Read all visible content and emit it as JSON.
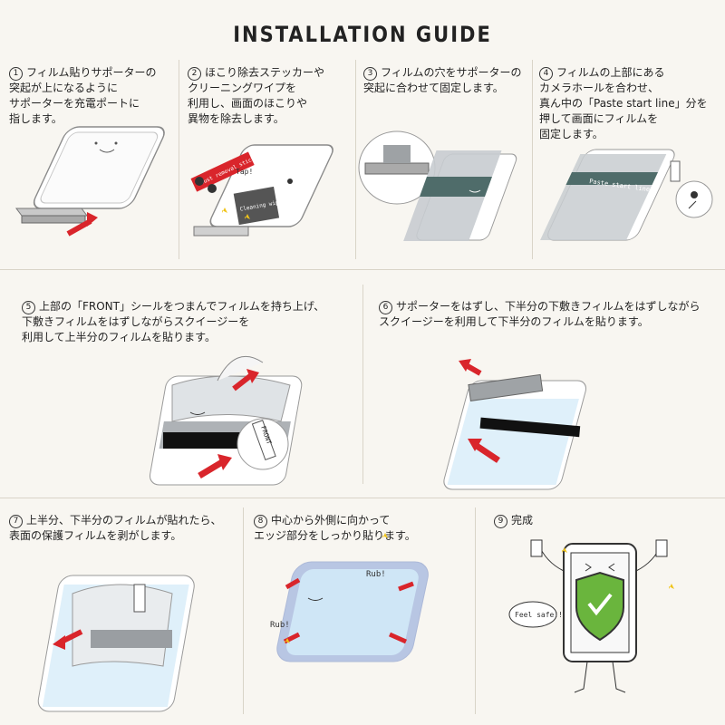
{
  "title": "INSTALLATION GUIDE",
  "steps": [
    {
      "num": "1",
      "text": "フィルム貼りサポーターの\n突起が上になるように\nサポーターを充電ポートに\n指します。"
    },
    {
      "num": "2",
      "text": "ほこり除去ステッカーや\nクリーニングワイプを\n利用し、画面のほこりや\n異物を除去します。"
    },
    {
      "num": "3",
      "text": "フィルムの穴をサポーターの\n突起に合わせて固定します。"
    },
    {
      "num": "4",
      "text": "フィルムの上部にある\nカメラホールを合わせ、\n真ん中の「Paste start line」分を\n押して画面にフィルムを\n固定します。"
    },
    {
      "num": "5",
      "text": "上部の「FRONT」シールをつまんでフィルムを持ち上げ、\n下敷きフィルムをはずしながらスクイージーを\n利用して上半分のフィルムを貼ります。"
    },
    {
      "num": "6",
      "text": "サポーターをはずし、下半分の下敷きフィルムをはずしながら\nスクイージーを利用して下半分のフィルムを貼ります。"
    },
    {
      "num": "7",
      "text": "上半分、下半分のフィルムが貼れたら、\n表面の保護フィルムを剥がします。"
    },
    {
      "num": "8",
      "text": "中心から外側に向かって\nエッジ部分をしっかり貼ります。"
    },
    {
      "num": "9",
      "text": "完成"
    }
  ],
  "labels": {
    "tap": "Tap!",
    "dust_sticker": "Dust removal sticker",
    "cleaning_wipe": "Cleaning wipe",
    "paste_start_line": "Paste start line",
    "front": "FRONT",
    "rub": "Rub!",
    "feel_safe": "Feel safe!!"
  },
  "colors": {
    "accent_red": "#d9252b",
    "shield_green": "#6ab53d",
    "film_gray": "#b9bcc0",
    "film_teal": "#4f6c6a",
    "phone_blue": "#bfe0f2",
    "outline": "#7b7b7b"
  }
}
